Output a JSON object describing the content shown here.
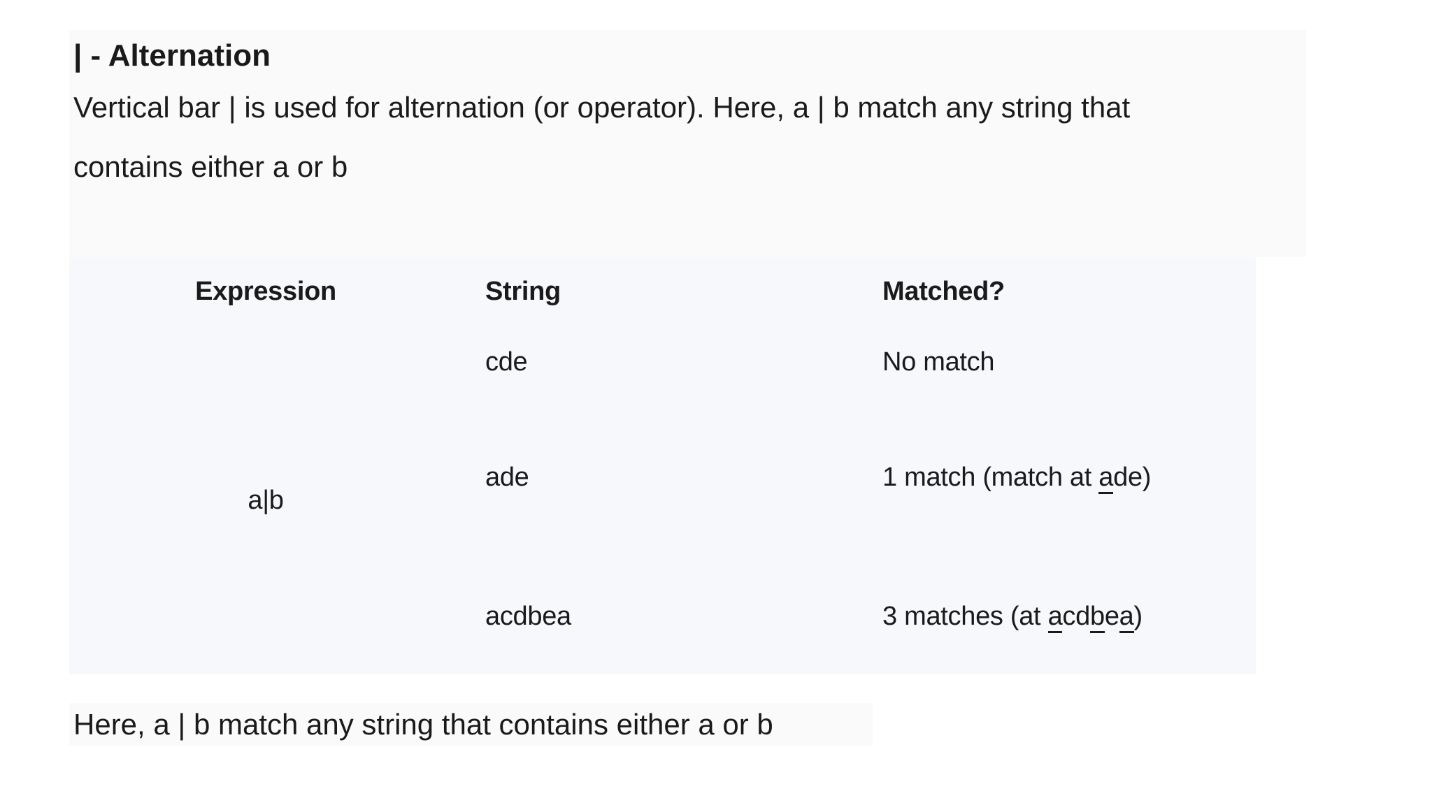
{
  "heading": "| - Alternation",
  "intro": {
    "lines": [
      "Vertical bar | is used for alternation (or operator). Here, a | b match any string that",
      "contains either a or b"
    ]
  },
  "table": {
    "headers": {
      "expression": "Expression",
      "string": "String",
      "matched": "Matched?"
    },
    "expression_value": "a|b",
    "rows": [
      {
        "string": "cde",
        "matched_text": "No match",
        "matched_segments": [
          {
            "t": "No match",
            "u": false
          }
        ]
      },
      {
        "string": "ade",
        "matched_text": "1 match (match at ade)",
        "matched_segments": [
          {
            "t": "1 match (match at ",
            "u": false
          },
          {
            "t": "a",
            "u": true
          },
          {
            "t": "de)",
            "u": false
          }
        ]
      },
      {
        "string": "acdbea",
        "matched_text": "3 matches (at acdbea)",
        "matched_segments": [
          {
            "t": "3 matches (at ",
            "u": false
          },
          {
            "t": "a",
            "u": true
          },
          {
            "t": "cd",
            "u": false
          },
          {
            "t": "b",
            "u": true
          },
          {
            "t": "e",
            "u": false
          },
          {
            "t": "a",
            "u": true
          },
          {
            "t": ")",
            "u": false
          }
        ]
      }
    ]
  },
  "footer": {
    "text": "Here, a | b match any string that contains either a or b"
  },
  "colors": {
    "page_bg": "#ffffff",
    "intro_bg": "#fafafa",
    "table_bg": "#f7f8fc",
    "footer_bg": "#fafafb",
    "text": "#1a1a1a"
  }
}
